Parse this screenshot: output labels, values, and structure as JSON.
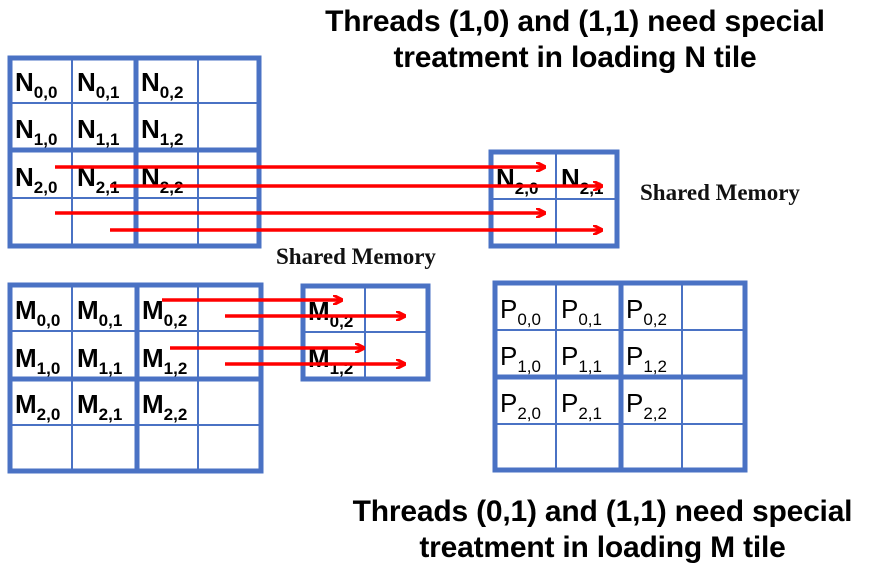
{
  "captions": {
    "top_line1": "Threads (1,0) and (1,1) need special",
    "top_line2": "treatment in loading N tile",
    "bottom_line1": "Threads (0,1) and (1,1) need special",
    "bottom_line2": "treatment in loading M tile"
  },
  "shared_memory_labels": {
    "n_tile": "Shared Memory",
    "m_tile": "Shared Memory"
  },
  "colors": {
    "grid": "#4a72c4",
    "arrow": "#ff0000",
    "text": "#000000"
  },
  "matrices": {
    "N": {
      "name": "N",
      "rows": 4,
      "cols": 4,
      "bold": true,
      "cells": [
        [
          "N",
          "0,0"
        ],
        [
          "N",
          "0,1"
        ],
        [
          "N",
          "0,2"
        ],
        [
          "N",
          "1,0"
        ],
        [
          "N",
          "1,1"
        ],
        [
          "N",
          "1,2"
        ],
        [
          "N",
          "2,0"
        ],
        [
          "N",
          "2,1"
        ],
        [
          "N",
          "2,2"
        ]
      ]
    },
    "M": {
      "name": "M",
      "rows": 4,
      "cols": 4,
      "bold": true,
      "cells": [
        [
          "M",
          "0,0"
        ],
        [
          "M",
          "0,1"
        ],
        [
          "M",
          "0,2"
        ],
        [
          "M",
          "1,0"
        ],
        [
          "M",
          "1,1"
        ],
        [
          "M",
          "1,2"
        ],
        [
          "M",
          "2,0"
        ],
        [
          "M",
          "2,1"
        ],
        [
          "M",
          "2,2"
        ]
      ]
    },
    "P": {
      "name": "P",
      "rows": 4,
      "cols": 4,
      "bold": false,
      "cells": [
        [
          "P",
          "0,0"
        ],
        [
          "P",
          "0,1"
        ],
        [
          "P",
          "0,2"
        ],
        [
          "P",
          "1,0"
        ],
        [
          "P",
          "1,1"
        ],
        [
          "P",
          "1,2"
        ],
        [
          "P",
          "2,0"
        ],
        [
          "P",
          "2,1"
        ],
        [
          "P",
          "2,2"
        ]
      ]
    },
    "N_shared": {
      "name": "N shared tile",
      "rows": 2,
      "cols": 2,
      "bold": true,
      "cells": [
        [
          "N",
          "2,0"
        ],
        [
          "N",
          "2,1"
        ]
      ]
    },
    "M_shared": {
      "name": "M shared tile",
      "rows": 2,
      "cols": 2,
      "bold": true,
      "cells": [
        [
          "M",
          "0,2"
        ],
        [
          "M",
          "1,2"
        ]
      ]
    }
  },
  "arrows": {
    "n_tile_load": [
      "N2,0 row to shared",
      "N2,1 to shared",
      "empty to shared",
      "empty to shared"
    ],
    "m_tile_load": [
      "M0,2 to shared",
      "M0,3 to shared",
      "M1,2 to shared",
      "M1,3 to shared"
    ]
  }
}
